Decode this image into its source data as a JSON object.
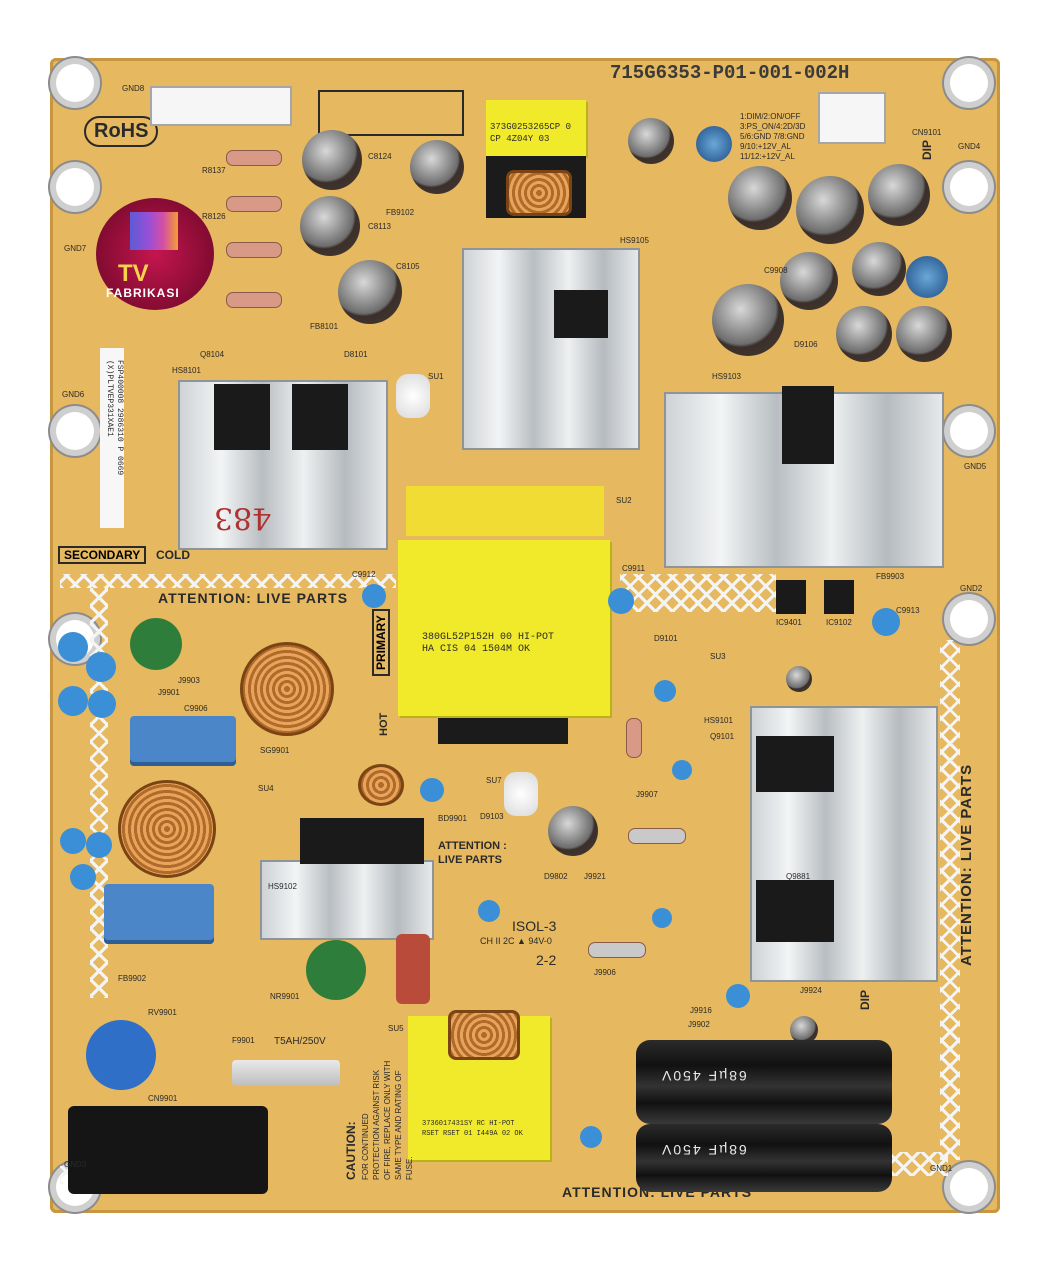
{
  "board_code": "715G6353-P01-001-002H",
  "rohs_label": "RoHS",
  "watermark": {
    "line1": "TV",
    "line2": "FABRIKASI"
  },
  "handwritten_mark": "483",
  "secondary_label": "SECONDARY",
  "cold_label": "COLD",
  "attention_top": "ATTENTION: LIVE PARTS",
  "attention_right": "ATTENTION: LIVE PARTS",
  "attention_bottom": "ATTENTION: LIVE PARTS",
  "attention_center_line1": "ATTENTION :",
  "attention_center_line2": "LIVE PARTS",
  "primary_label": "PRIMARY",
  "hot_label": "HOT",
  "main_transformer": {
    "line1": "380GL52P152H    00    HI-POT",
    "line2": "HA      CIS 04   1504M    OK"
  },
  "small_transformer_top": {
    "line1": "373G0253265CP    0",
    "line2": "CP           4Z04Y 03"
  },
  "small_transformer_bottom": {
    "line1": "3736017431SY    RC HI-POT",
    "line2": "RSET RSET 01 I449A 02 OK"
  },
  "fuse_label": "T5AH/250V",
  "caution_text": "CAUTION:",
  "caution_body": "FOR CONTINUED PROTECTION AGAINST RISK OF FIRE, REPLACE ONLY WITH SAME TYPE AND RATING OF FUSE.",
  "big_cap_label": "68µF 450V",
  "connector_pins": "1:DIM/2:ON/OFF 3:PS_ON/4:2D/3D 5/6:GND 7/8:GND 9/10:+12V_AL 11/12:+12V_AL",
  "sticker_ids": [
    "(X)PLTVEP331XAE1",
    "FSP400008 2986310 P 0669"
  ],
  "ref_labels": [
    "CN9101",
    "J9903",
    "C9906",
    "SG9901",
    "HS9101",
    "HS9102",
    "HS9103",
    "HS9105",
    "HS8101",
    "IC9401",
    "IC9102",
    "D9106",
    "C9908",
    "C9911",
    "C9912",
    "C9913",
    "J9901",
    "J9902",
    "J9906",
    "J9907",
    "J9916",
    "J9921",
    "J9924",
    "BD9901",
    "D9103",
    "D9101",
    "D9802",
    "Q9101",
    "Q9881",
    "Q8104",
    "D8101",
    "C8105",
    "C8113",
    "C8124",
    "R8137",
    "R8126",
    "FB8101",
    "FB9902",
    "FB9903",
    "FB9102",
    "RV9901",
    "NR9901",
    "CN9901",
    "F9901",
    "GND1",
    "GND2",
    "GND3",
    "GND4",
    "GND5",
    "GND6",
    "GND7",
    "GND8",
    "SU1",
    "SU2",
    "SU3",
    "SU4",
    "SU5",
    "SU7"
  ],
  "marking_isol": "ISOL-3",
  "marking_22": "2-2",
  "marking_ul": "CH II 2C ▲ 94V-0",
  "dip_label": "DIP"
}
